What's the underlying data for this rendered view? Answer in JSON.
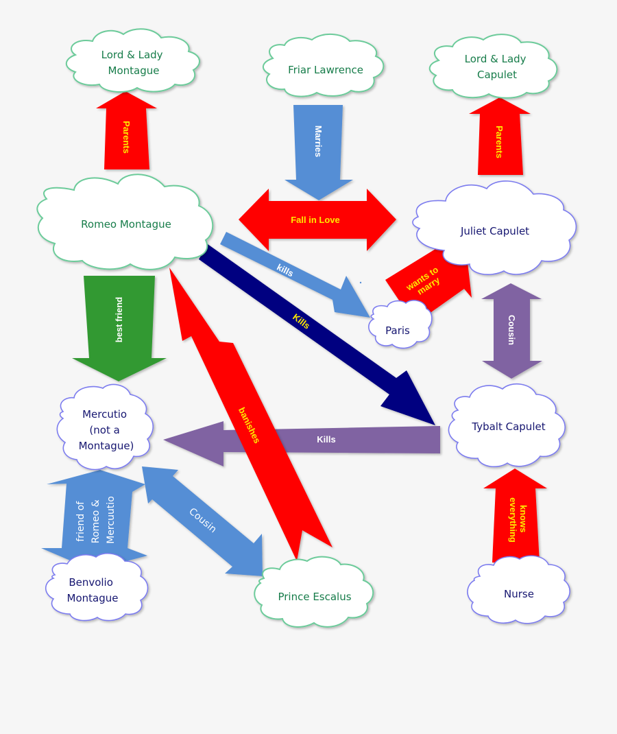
{
  "colors": {
    "background": "#f6f6f6",
    "red": "#ff0000",
    "yellow_text": "#ffea00",
    "steel_blue": "#558ed5",
    "navy": "#000080",
    "green": "#339933",
    "purple": "#8064a2",
    "cloud_green_stroke": "#6ccb9a",
    "cloud_blue_stroke": "#7b7bef",
    "green_text": "#177c4a",
    "navy_text": "#141470"
  },
  "nodes": {
    "lord_lady_montague": [
      "Lord & Lady",
      "Montague"
    ],
    "friar_lawrence": [
      "Friar Lawrence"
    ],
    "lord_lady_capulet": [
      "Lord & Lady",
      "Capulet"
    ],
    "romeo": [
      "Romeo Montague"
    ],
    "juliet": [
      "Juliet Capulet"
    ],
    "paris": [
      "Paris"
    ],
    "mercutio": [
      "Mercutio",
      "(not a",
      "Montague)"
    ],
    "tybalt": [
      "Tybalt Capulet"
    ],
    "benvolio": [
      "Benvolio",
      "Montague"
    ],
    "prince": [
      "Prince Escalus"
    ],
    "nurse": [
      "Nurse"
    ]
  },
  "edges": {
    "romeo_parents": "Parents",
    "marries": "Marries",
    "juliet_parents": "Parents",
    "fall_in_love": "Fall in Love",
    "romeo_kills_paris": "kills",
    "romeo_kills_tybalt": "Kills",
    "wants_to_marry": [
      "wants to",
      "marry"
    ],
    "cousin_juliet_tybalt": "Cousin",
    "best_friend": "best friend",
    "banishes": "banishes",
    "tybalt_kills_mercutio": "Kills",
    "benvolio_friend": [
      "friend of",
      "Romeo &",
      "Mercuutio"
    ],
    "cousin_mercutio_prince": "Cousin",
    "nurse_knows": [
      "knows",
      "everything"
    ]
  }
}
